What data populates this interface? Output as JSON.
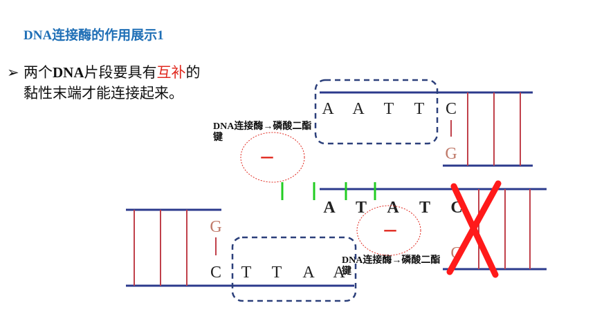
{
  "title": "DNA连接酶的作用展示1",
  "bullet": {
    "marker": "➢",
    "line1_pre": "两个",
    "line1_bold": "DNA",
    "line1_mid": "片段要具有",
    "line1_highlight": "互补",
    "line1_post": "的",
    "line2": "黏性末端才能连接起来。"
  },
  "labels": {
    "top": {
      "line1": "DNA连接酶→磷酸二酯",
      "line2": "键"
    },
    "bottom": {
      "line1": "DNA连接酶→磷酸二酯",
      "line2": "键"
    }
  },
  "upper_fragment": {
    "bases": [
      "A",
      "A",
      "T",
      "T"
    ],
    "pair_top": "C",
    "pair_bottom": "G"
  },
  "lower_fragment": {
    "bases": [
      "C",
      "T",
      "T",
      "A",
      "A"
    ],
    "pair": "G"
  },
  "middle_strand": {
    "bases": [
      "A",
      "T",
      "A",
      "T",
      "C"
    ],
    "pair": "G"
  },
  "enzyme_mark": "–",
  "colors": {
    "title": "#1f6fb6",
    "strand": "#2b3a8c",
    "rung": "#c0404a",
    "dash_box": "#2b3f7a",
    "enzyme": "#e0281e",
    "bond_green": "#22cc22",
    "cross": "#ff1a1a"
  }
}
